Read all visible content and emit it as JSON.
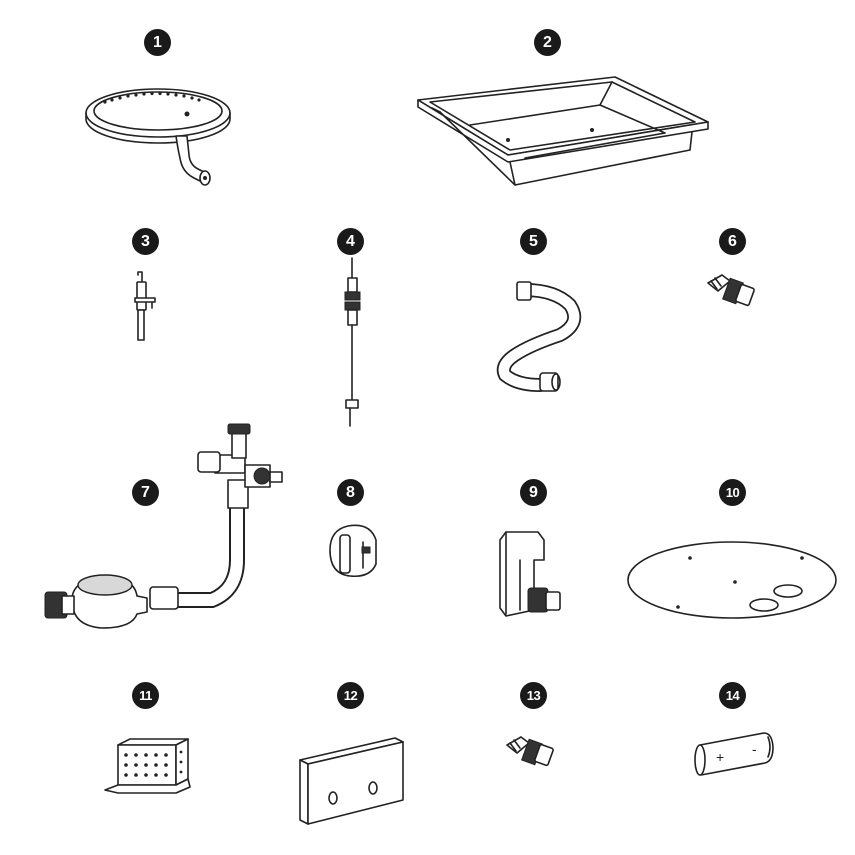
{
  "parts": [
    {
      "number": "1",
      "icon": "burner-ring-icon"
    },
    {
      "number": "2",
      "icon": "square-pan-icon"
    },
    {
      "number": "3",
      "icon": "thermocouple-icon"
    },
    {
      "number": "4",
      "icon": "igniter-electrode-icon"
    },
    {
      "number": "5",
      "icon": "flex-gas-tube-icon"
    },
    {
      "number": "6",
      "icon": "brass-fitting-icon"
    },
    {
      "number": "7",
      "icon": "regulator-valve-assembly-icon"
    },
    {
      "number": "8",
      "icon": "control-knob-icon"
    },
    {
      "number": "9",
      "icon": "igniter-module-icon"
    },
    {
      "number": "10",
      "icon": "round-plate-icon"
    },
    {
      "number": "11",
      "icon": "perforated-bracket-icon"
    },
    {
      "number": "12",
      "icon": "mounting-panel-icon"
    },
    {
      "number": "13",
      "icon": "brass-fitting-icon"
    },
    {
      "number": "14",
      "icon": "battery-icon"
    }
  ],
  "battery": {
    "plus": "+",
    "minus": "-"
  }
}
